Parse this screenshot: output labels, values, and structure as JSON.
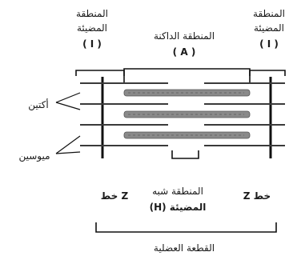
{
  "labels": {
    "i_band_left": {
      "line1": "المنطقة",
      "line2": "المضيئة",
      "code": "( I )"
    },
    "a_band": {
      "line1": "المنطقة الداكنة",
      "code": "( A )"
    },
    "i_band_right": {
      "line1": "المنطقة",
      "line2": "المضيئة",
      "code": "( I )"
    },
    "actin": "أكتين",
    "myosin": "ميوسين",
    "z_line_left": "Z خط",
    "z_line_right": "خط Z",
    "h_zone": {
      "line1": "المنطقة شبه",
      "line2": "المضيئة (H)"
    },
    "sarcomere": "القطعة العضلية"
  },
  "colors": {
    "thick_filament": "#8a8a8a",
    "thin_filament": "#3a3a3a",
    "line": "#111111"
  }
}
